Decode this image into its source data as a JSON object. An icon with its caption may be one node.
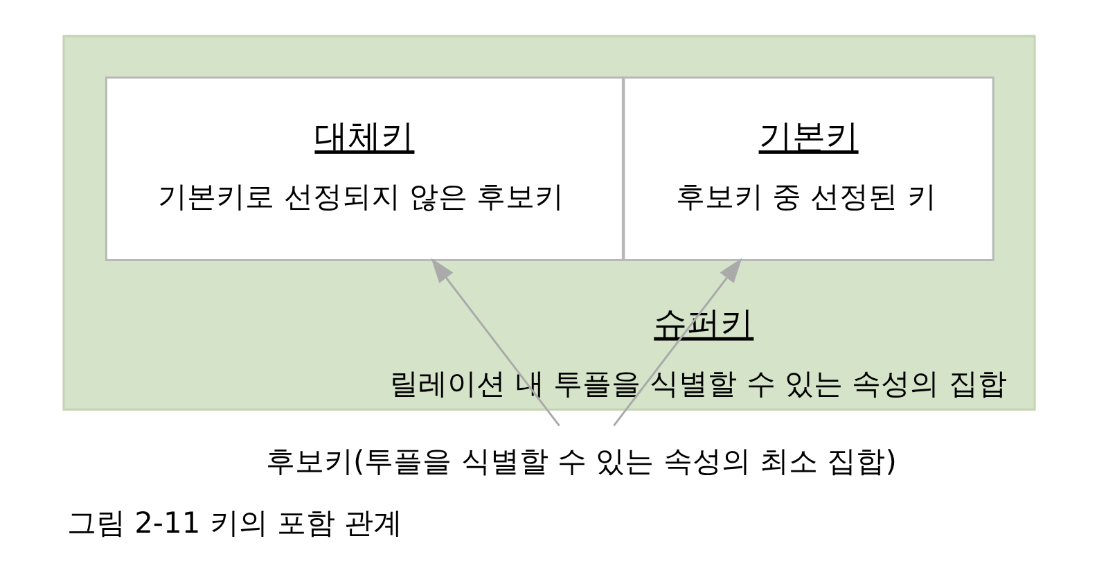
{
  "diagram": {
    "caption": "그림 2-11 키의 포함 관계",
    "nodes": [
      {
        "text": [
          "슈퍼키",
          "릴레이션 내 투플을 식별할 수 있는 속성의 집합"
        ]
      },
      {
        "text": [
          "기본키",
          "후보키 중 선정된 키"
        ],
        "in": 0
      },
      {
        "text": [
          "대체키",
          "기본키로 선정되지 않은 후보키"
        ],
        "in": 0
      },
      {
        "text": [
          "후보키(투플을 식별할 수 있는 속성의 최소 집합)"
        ]
      }
    ],
    "edges": [
      {
        "from": 3,
        "to": 1,
        "arrow": "to"
      },
      {
        "from": 3,
        "to": 2,
        "arrow": "to"
      }
    ]
  }
}
